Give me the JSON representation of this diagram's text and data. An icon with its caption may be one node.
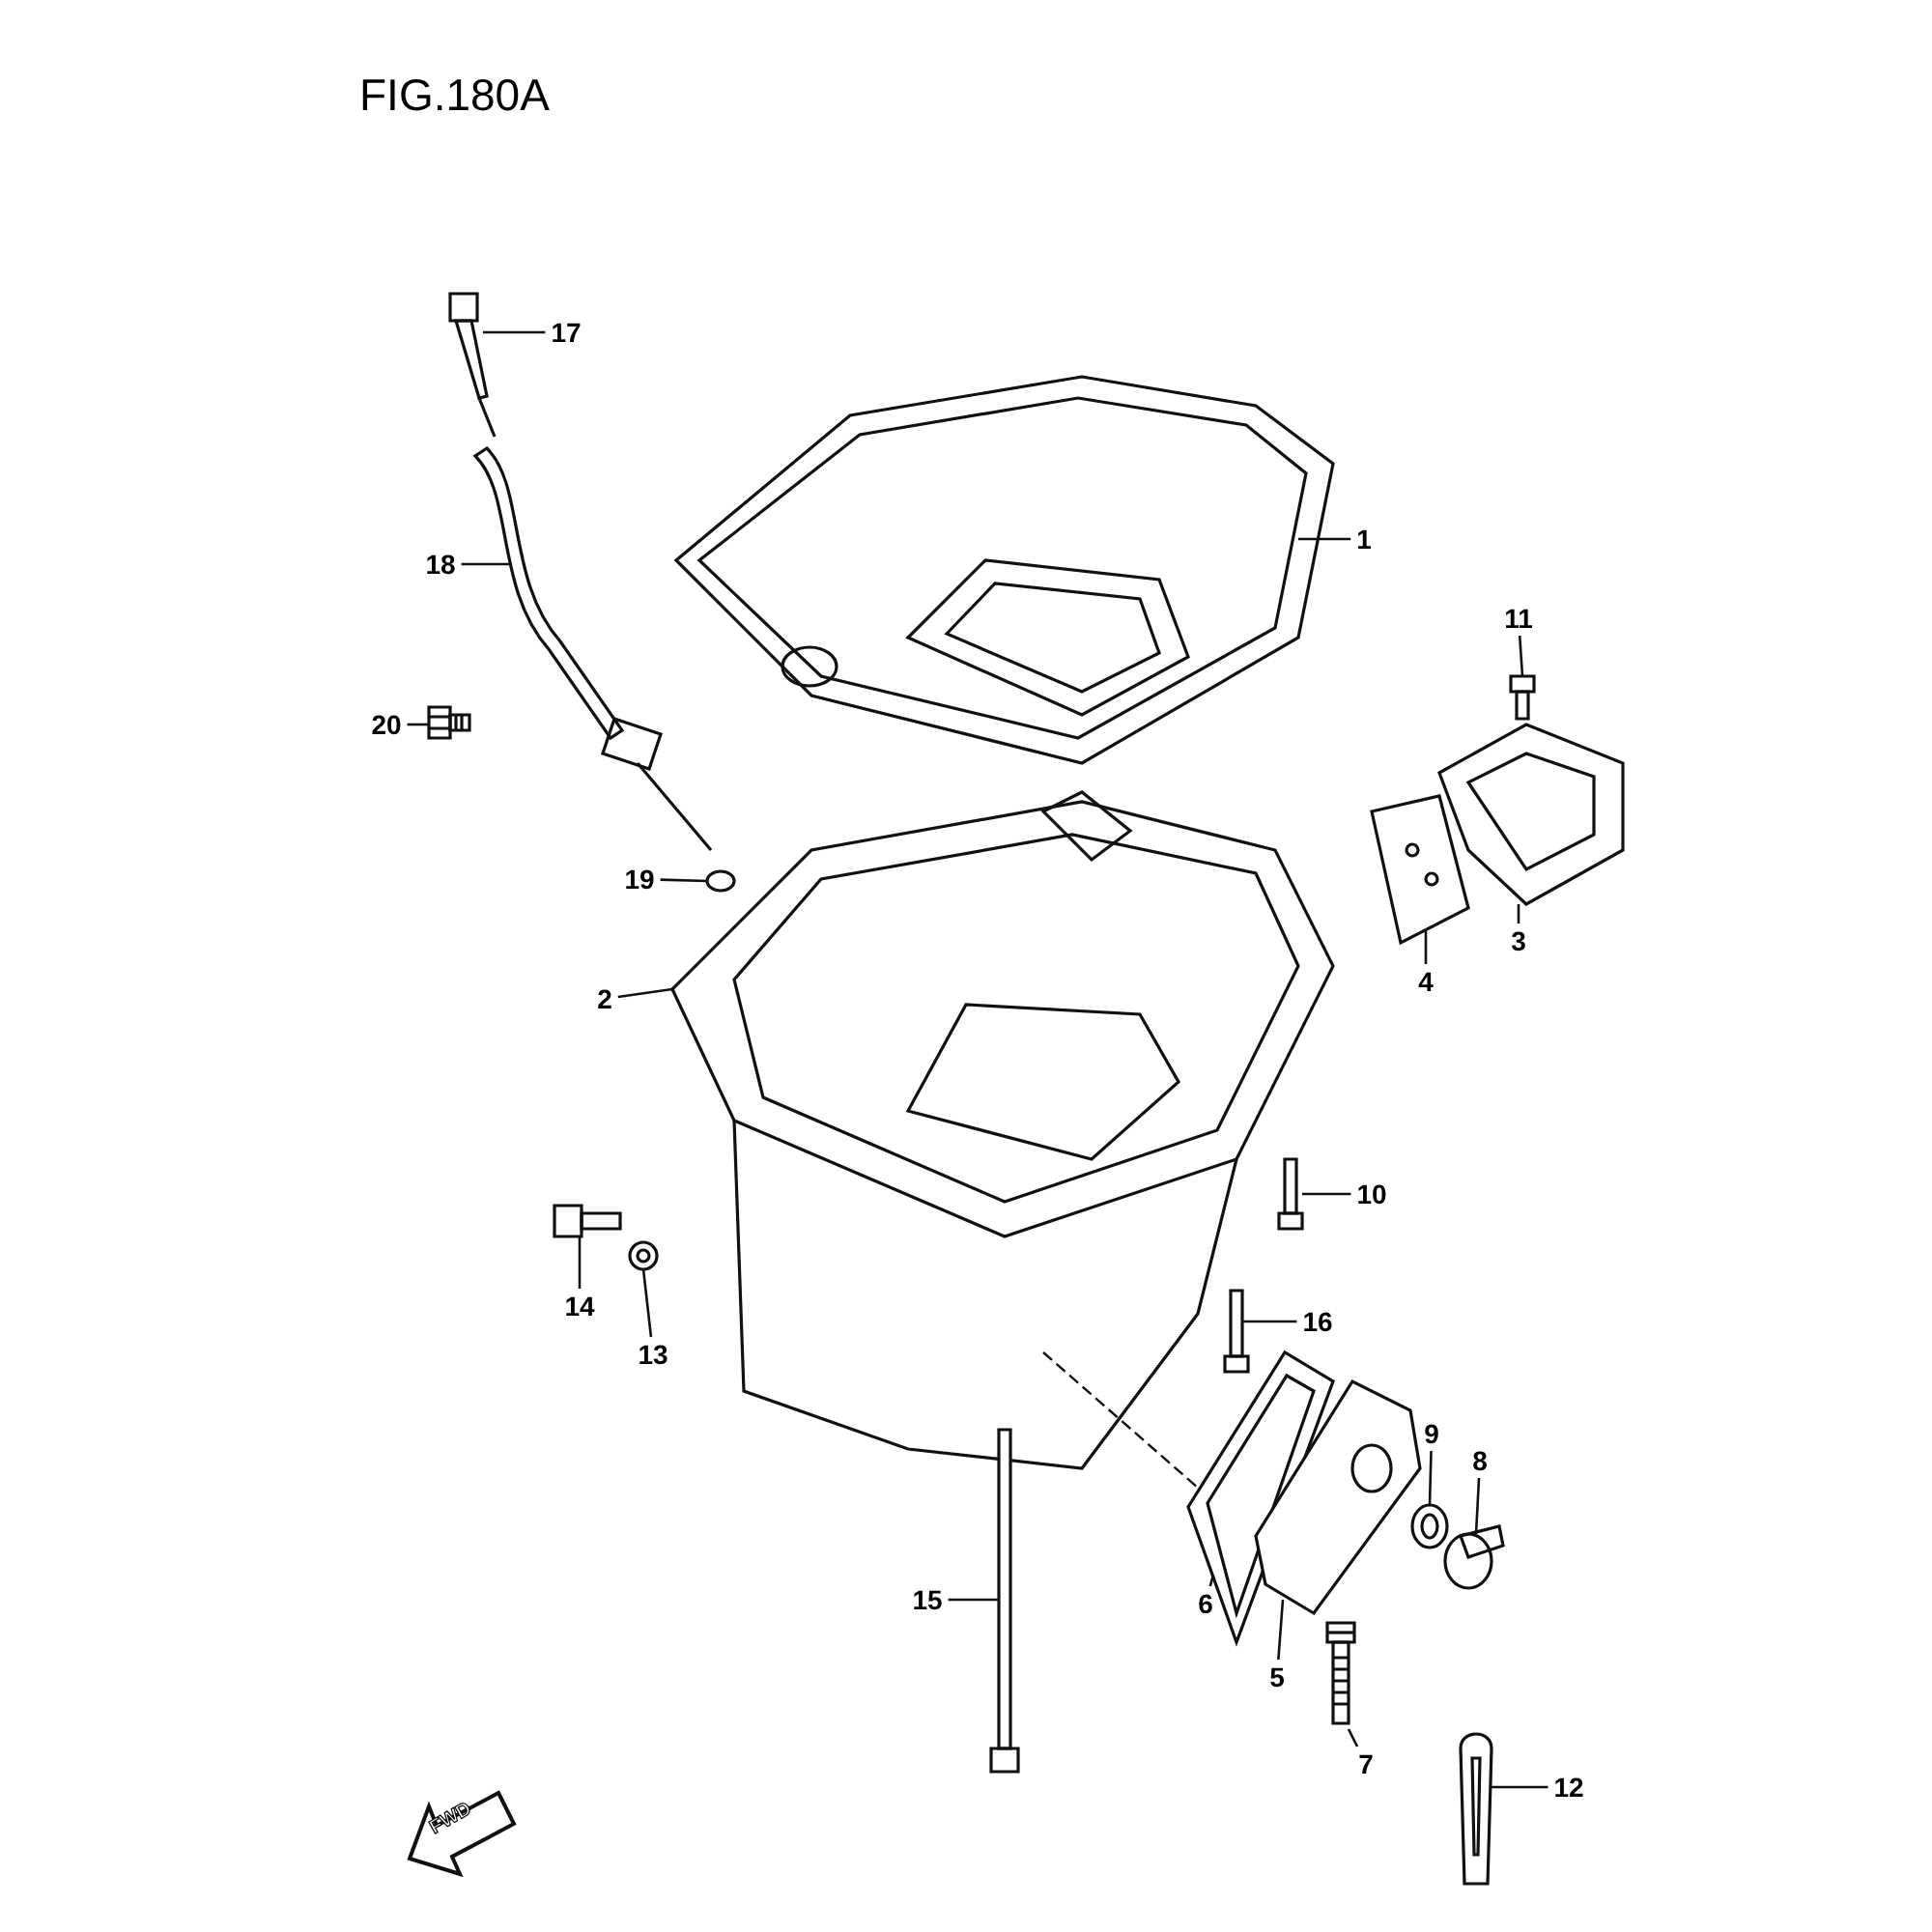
{
  "diagram": {
    "title": "FIG.180A",
    "nodes": [
      {
        "text": [
          "17"
        ]
      },
      {
        "text": [
          "1"
        ]
      },
      {
        "text": [
          "18"
        ]
      },
      {
        "text": [
          "11"
        ]
      },
      {
        "text": [
          "20"
        ]
      },
      {
        "text": [
          "19"
        ]
      },
      {
        "text": [
          "3"
        ]
      },
      {
        "text": [
          "2"
        ]
      },
      {
        "text": [
          "4"
        ]
      },
      {
        "text": [
          "10"
        ]
      },
      {
        "text": [
          "14"
        ]
      },
      {
        "text": [
          "16"
        ]
      },
      {
        "text": [
          "13"
        ]
      },
      {
        "text": [
          "9"
        ]
      },
      {
        "text": [
          "8"
        ]
      },
      {
        "text": [
          "6"
        ]
      },
      {
        "text": [
          "15"
        ]
      },
      {
        "text": [
          "5"
        ]
      },
      {
        "text": [
          "7"
        ]
      },
      {
        "text": [
          "12"
        ]
      },
      {
        "text": [],
        "shape": "picture"
      },
      {
        "text": [],
        "shape": "picture"
      },
      {
        "text": [],
        "shape": "picture"
      },
      {
        "text": [],
        "shape": "picture"
      },
      {
        "text": [],
        "shape": "picture"
      },
      {
        "text": [],
        "shape": "picture"
      },
      {
        "text": [],
        "shape": "picture"
      },
      {
        "text": [],
        "shape": "picture"
      },
      {
        "text": [],
        "shape": "picture"
      },
      {
        "text": [],
        "shape": "picture"
      },
      {
        "text": [],
        "shape": "picture"
      },
      {
        "text": [],
        "shape": "picture"
      },
      {
        "text": [],
        "shape": "picture"
      },
      {
        "text": [],
        "shape": "picture"
      },
      {
        "text": [],
        "shape": "picture"
      },
      {
        "text": [],
        "shape": "picture"
      },
      {
        "text": [],
        "shape": "picture"
      },
      {
        "text": [],
        "shape": "picture"
      },
      {
        "text": [],
        "shape": "picture"
      },
      {
        "text": [],
        "shape": "picture"
      }
    ],
    "edges": [
      {
        "from": 0,
        "to": 20,
        "arrow": "none"
      },
      {
        "from": 1,
        "to": 21,
        "arrow": "none"
      },
      {
        "from": 2,
        "to": 22,
        "arrow": "none"
      },
      {
        "from": 3,
        "to": 23,
        "arrow": "none"
      },
      {
        "from": 4,
        "to": 24,
        "arrow": "none"
      },
      {
        "from": 5,
        "to": 25,
        "arrow": "none"
      },
      {
        "from": 6,
        "to": 26,
        "arrow": "none"
      },
      {
        "from": 7,
        "to": 27,
        "arrow": "none"
      },
      {
        "from": 8,
        "to": 28,
        "arrow": "none"
      },
      {
        "from": 9,
        "to": 29,
        "arrow": "none"
      },
      {
        "from": 10,
        "to": 30,
        "arrow": "none"
      },
      {
        "from": 11,
        "to": 31,
        "arrow": "none"
      },
      {
        "from": 12,
        "to": 32,
        "arrow": "none"
      },
      {
        "from": 13,
        "to": 33,
        "arrow": "none"
      },
      {
        "from": 14,
        "to": 34,
        "arrow": "none"
      },
      {
        "from": 15,
        "to": 35,
        "arrow": "none"
      },
      {
        "from": 16,
        "to": 36,
        "arrow": "none"
      },
      {
        "from": 17,
        "to": 37,
        "arrow": "none"
      },
      {
        "from": 18,
        "to": 38,
        "arrow": "none"
      },
      {
        "from": 19,
        "to": 39,
        "arrow": "none"
      },
      {
        "from": 27,
        "to": 35,
        "arrow": "none",
        "style": "dashed"
      }
    ],
    "labels": [
      "FWD"
    ]
  }
}
